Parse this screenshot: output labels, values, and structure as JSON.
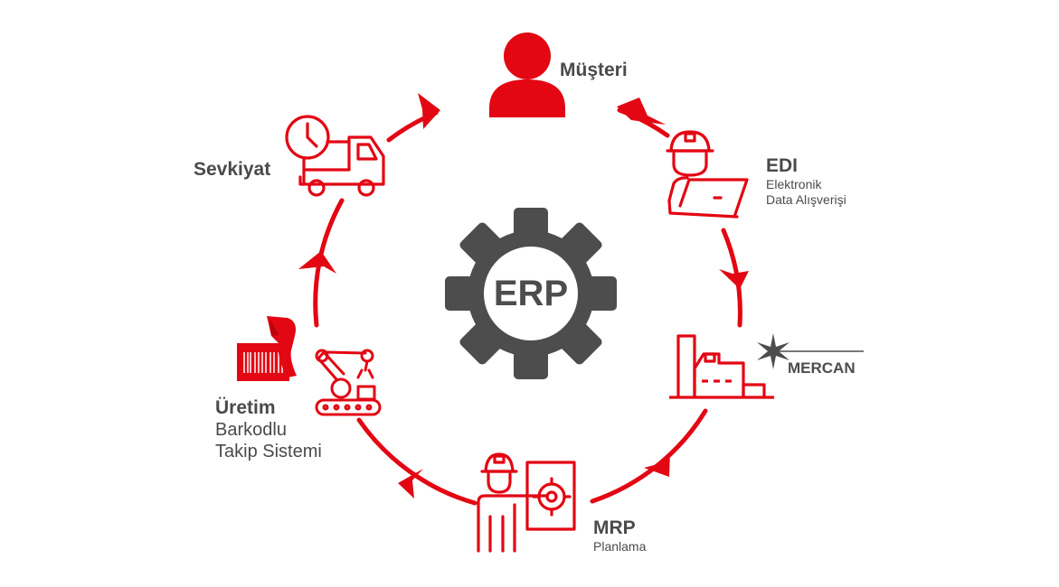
{
  "center": {
    "label": "ERP"
  },
  "colors": {
    "accent": "#e30613",
    "gear": "#4d4d4d",
    "text": "#4a4a4a"
  },
  "nodes": {
    "musteri": {
      "title": "Müşteri",
      "icon": "person-icon"
    },
    "edi": {
      "title": "EDI",
      "sub1": "Elektronik",
      "sub2": "Data Alışverişi",
      "icon": "engineer-laptop-icon"
    },
    "mercan": {
      "logo": "MERCAN",
      "icon": "factory-icon"
    },
    "mrp": {
      "title": "MRP",
      "sub1": "Planlama",
      "icon": "engineer-board-icon"
    },
    "uretim": {
      "title": "Üretim",
      "sub1": "Barkodlu",
      "sub2": "Takip Sistemi",
      "icon": "robot-arm-barcode-icon"
    },
    "sevkiyat": {
      "title": "Sevkiyat",
      "icon": "delivery-truck-icon"
    }
  }
}
